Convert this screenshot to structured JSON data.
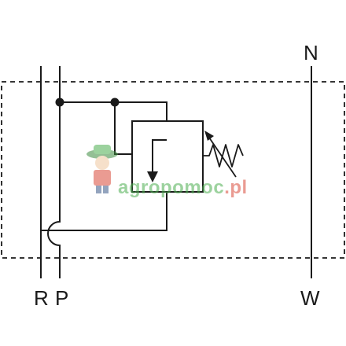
{
  "diagram": {
    "ports": {
      "r": "R",
      "p": "P",
      "n": "N",
      "w": "W"
    },
    "colors": {
      "line": "#1a1a1a",
      "background": "#ffffff",
      "watermark_green": "#4caf50",
      "watermark_red": "#d94a3a"
    }
  },
  "watermark": {
    "part1": "agro",
    "part2": "pomoc",
    "part3": ".pl"
  }
}
